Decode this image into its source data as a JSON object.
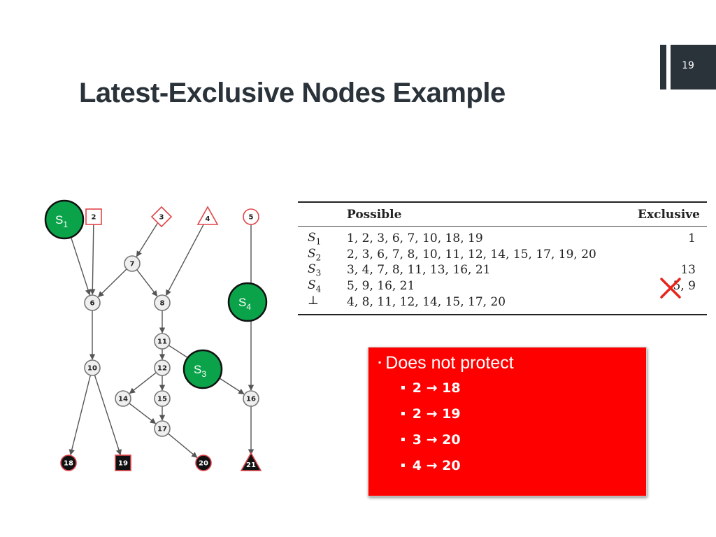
{
  "slide": {
    "number": "19",
    "title": "Latest-Exclusive Nodes Example"
  },
  "graph": {
    "nodes": [
      {
        "id": "1",
        "label": "1",
        "shape": "circle",
        "style": "light"
      },
      {
        "id": "2",
        "label": "2",
        "shape": "square",
        "style": "red-outline"
      },
      {
        "id": "3",
        "label": "3",
        "shape": "diamond",
        "style": "red-outline"
      },
      {
        "id": "4",
        "label": "4",
        "shape": "triangle",
        "style": "red-outline"
      },
      {
        "id": "5",
        "label": "5",
        "shape": "circle",
        "style": "red-outline"
      },
      {
        "id": "6",
        "label": "6",
        "shape": "circle",
        "style": "light"
      },
      {
        "id": "7",
        "label": "7",
        "shape": "circle",
        "style": "light"
      },
      {
        "id": "8",
        "label": "8",
        "shape": "circle",
        "style": "light"
      },
      {
        "id": "10",
        "label": "10",
        "shape": "circle",
        "style": "light"
      },
      {
        "id": "11",
        "label": "11",
        "shape": "circle",
        "style": "light"
      },
      {
        "id": "12",
        "label": "12",
        "shape": "circle",
        "style": "light"
      },
      {
        "id": "14",
        "label": "14",
        "shape": "circle",
        "style": "light"
      },
      {
        "id": "15",
        "label": "15",
        "shape": "circle",
        "style": "light"
      },
      {
        "id": "16",
        "label": "16",
        "shape": "circle",
        "style": "light"
      },
      {
        "id": "17",
        "label": "17",
        "shape": "circle",
        "style": "light"
      },
      {
        "id": "18",
        "label": "18",
        "shape": "circle",
        "style": "dark"
      },
      {
        "id": "19",
        "label": "19",
        "shape": "square",
        "style": "dark"
      },
      {
        "id": "20",
        "label": "20",
        "shape": "circle",
        "style": "dark"
      },
      {
        "id": "21",
        "label": "21",
        "shape": "triangle",
        "style": "dark"
      }
    ],
    "edges": [
      [
        "1",
        "6"
      ],
      [
        "2",
        "6"
      ],
      [
        "3",
        "7"
      ],
      [
        "4",
        "8"
      ],
      [
        "5",
        "16"
      ],
      [
        "7",
        "6"
      ],
      [
        "7",
        "8"
      ],
      [
        "6",
        "10"
      ],
      [
        "8",
        "11"
      ],
      [
        "11",
        "12"
      ],
      [
        "11",
        "16"
      ],
      [
        "12",
        "14"
      ],
      [
        "12",
        "15"
      ],
      [
        "14",
        "17"
      ],
      [
        "15",
        "17"
      ],
      [
        "17",
        "20"
      ],
      [
        "10",
        "18"
      ],
      [
        "10",
        "19"
      ],
      [
        "16",
        "21"
      ]
    ],
    "set_markers": [
      {
        "id": "S1",
        "base": "S",
        "sub": "1"
      },
      {
        "id": "S4",
        "base": "S",
        "sub": "4"
      },
      {
        "id": "S3",
        "base": "S",
        "sub": "3"
      }
    ]
  },
  "table": {
    "headers": {
      "set": "",
      "possible": "Possible",
      "exclusive": "Exclusive"
    },
    "rows": [
      {
        "set": "S",
        "sub": "1",
        "possible": "1, 2, 3, 6, 7, 10, 18, 19",
        "exclusive": "1"
      },
      {
        "set": "S",
        "sub": "2",
        "possible": "2, 3, 6, 7, 8, 10, 11, 12, 14, 15, 17, 19, 20",
        "exclusive": ""
      },
      {
        "set": "S",
        "sub": "3",
        "possible": "3, 4, 7, 8, 11, 13, 16, 21",
        "exclusive": "13"
      },
      {
        "set": "S",
        "sub": "4",
        "possible": "5, 9, 16, 21",
        "exclusive": "5, 9"
      },
      {
        "set": "⊥",
        "sub": "",
        "possible": "4, 8, 11, 12, 14, 15, 17, 20",
        "exclusive": ""
      }
    ]
  },
  "callout": {
    "heading": "Does not protect",
    "items": [
      "2 → 18",
      "2 → 19",
      "3 → 20",
      "4 → 20"
    ],
    "bullet": "▪"
  },
  "colors": {
    "dark": "#2a323a",
    "green": "#0aa34a",
    "red": "#ff0000",
    "node_red": "#e0454a"
  }
}
